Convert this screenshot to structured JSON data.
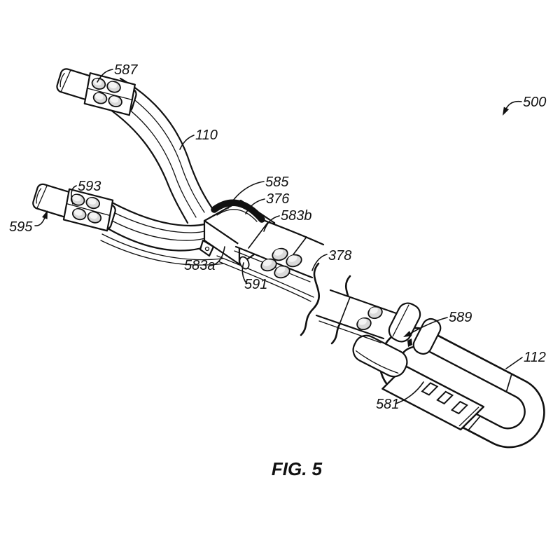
{
  "figure": {
    "caption": "FIG. 5"
  },
  "ref_labels": [
    {
      "text": "587"
    },
    {
      "text": "110"
    },
    {
      "text": "593"
    },
    {
      "text": "595"
    },
    {
      "text": "585"
    },
    {
      "text": "376"
    },
    {
      "text": "583b"
    },
    {
      "text": "583a"
    },
    {
      "text": "591"
    },
    {
      "text": "378"
    },
    {
      "text": "589"
    },
    {
      "text": "112"
    },
    {
      "text": "581"
    },
    {
      "text": "500"
    }
  ],
  "colors": {
    "ink": "#111111",
    "paper": "#ffffff",
    "stud_fill": "#d9d9d9"
  }
}
